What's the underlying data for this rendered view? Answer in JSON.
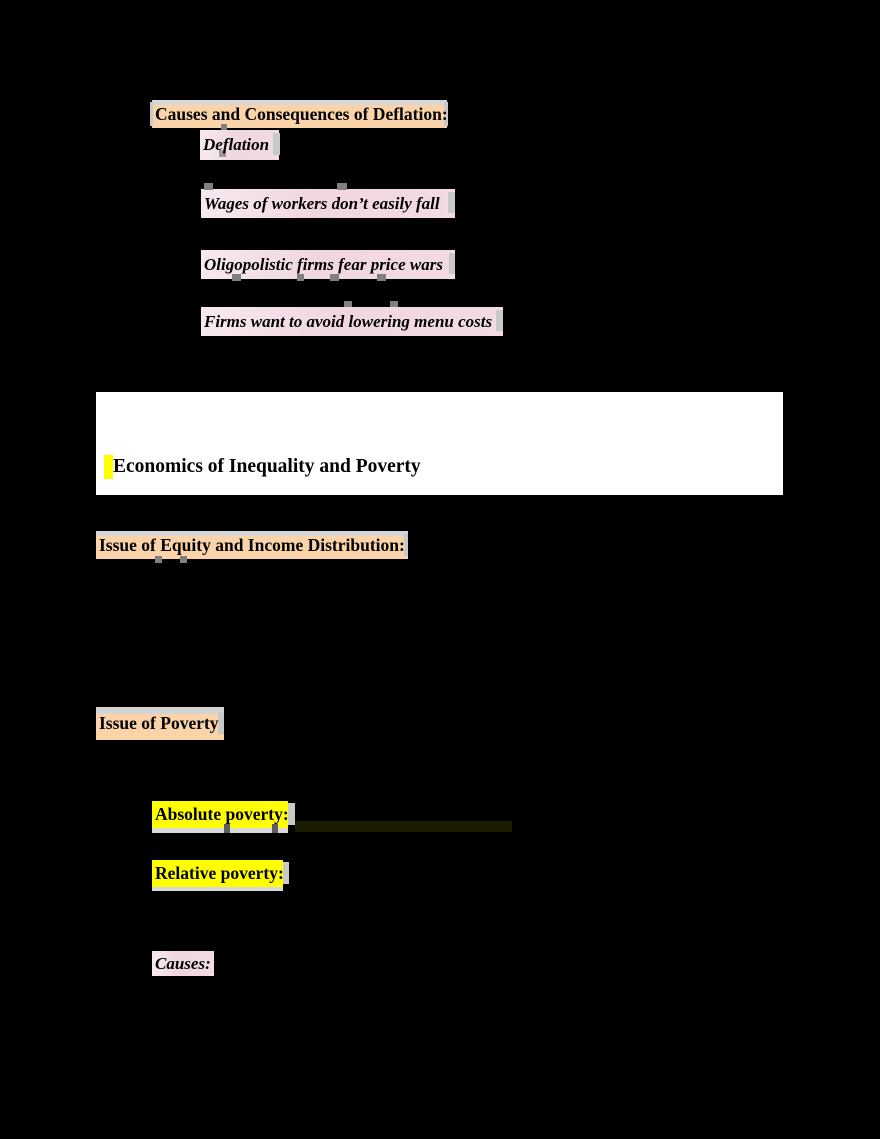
{
  "document": {
    "page_background": "#000000",
    "section_1": {
      "heading": "Causes and Consequences of Deflation:",
      "heading_highlight": "#fad3a8",
      "items": [
        {
          "text": "Deflation",
          "highlight": "#f3dde6"
        },
        {
          "text": "Wages of workers don’t easily fall",
          "highlight": "#f3dde6"
        },
        {
          "text": "Oligopolistic firms fear price wars",
          "highlight": "#f3dde6"
        },
        {
          "text": "Firms want to avoid lowering menu costs",
          "highlight": "#f3dde6"
        }
      ]
    },
    "section_2": {
      "band_background": "#ffffff",
      "title": "Economics of Inequality and Poverty",
      "title_marker_color": "#ffff00"
    },
    "section_3": {
      "heading": "Issue of Equity and Income Distribution:",
      "heading_highlight": "#fad3a8"
    },
    "section_4": {
      "heading": "Issue of Poverty",
      "heading_highlight": "#fad3a8",
      "items": [
        {
          "text": "Absolute poverty:",
          "highlight": "#ffff00"
        },
        {
          "text": "Relative poverty:",
          "highlight": "#ffff00"
        }
      ],
      "subheading": "Causes:",
      "subheading_highlight": "#f3dde6"
    }
  }
}
